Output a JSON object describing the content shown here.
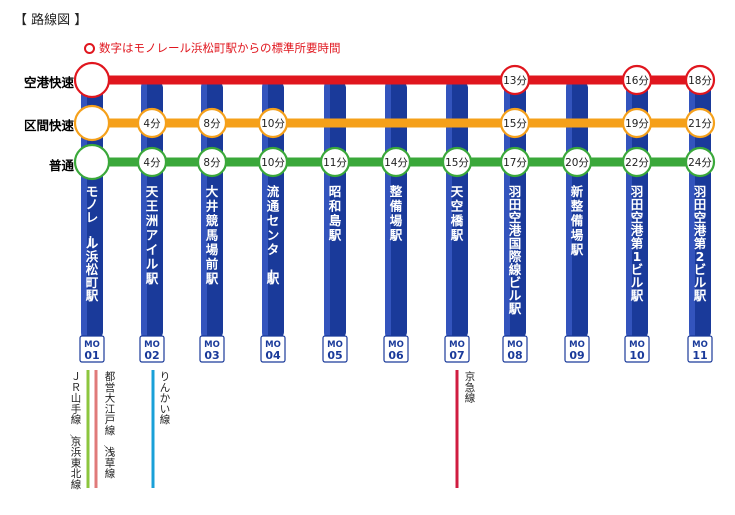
{
  "heading": "【 路線図 】",
  "note": "数字はモノレール浜松町駅からの標準所要時間",
  "colors": {
    "rapid": "#e0161e",
    "section_rapid": "#f5a01a",
    "local": "#3aa83a",
    "station_bar": "#1a3a9a",
    "station_bar_light": "#3f5fcc",
    "jr": "#8cc63e",
    "toei": "#e07a7a",
    "rinkai": "#1aa0d8",
    "keikyu": "#d01c40"
  },
  "services": [
    {
      "id": "rapid",
      "label": "空港快速"
    },
    {
      "id": "section_rapid",
      "label": "区間快速"
    },
    {
      "id": "local",
      "label": "普通"
    }
  ],
  "stations": [
    {
      "name": "モノレール浜松町駅",
      "code_top": "MO",
      "code_num": "01",
      "rapid": "",
      "section_rapid": "",
      "local": ""
    },
    {
      "name": "天王洲アイル駅",
      "code_top": "MO",
      "code_num": "02",
      "rapid": null,
      "section_rapid": "4分",
      "local": "4分"
    },
    {
      "name": "大井競馬場前駅",
      "code_top": "MO",
      "code_num": "03",
      "rapid": null,
      "section_rapid": "8分",
      "local": "8分"
    },
    {
      "name": "流通センター駅",
      "code_top": "MO",
      "code_num": "04",
      "rapid": null,
      "section_rapid": "10分",
      "local": "10分"
    },
    {
      "name": "昭和島駅",
      "code_top": "MO",
      "code_num": "05",
      "rapid": null,
      "section_rapid": null,
      "local": "11分"
    },
    {
      "name": "整備場駅",
      "code_top": "MO",
      "code_num": "06",
      "rapid": null,
      "section_rapid": null,
      "local": "14分"
    },
    {
      "name": "天空橋駅",
      "code_top": "MO",
      "code_num": "07",
      "rapid": null,
      "section_rapid": null,
      "local": "15分"
    },
    {
      "name": "羽田空港国際線ビル駅",
      "code_top": "MO",
      "code_num": "08",
      "rapid": "13分",
      "section_rapid": "15分",
      "local": "17分"
    },
    {
      "name": "新整備場駅",
      "code_top": "MO",
      "code_num": "09",
      "rapid": null,
      "section_rapid": null,
      "local": "20分"
    },
    {
      "name": "羽田空港第1ビル駅",
      "code_top": "MO",
      "code_num": "10",
      "rapid": "16分",
      "section_rapid": "19分",
      "local": "22分"
    },
    {
      "name": "羽田空港第2ビル駅",
      "code_top": "MO",
      "code_num": "11",
      "rapid": "18分",
      "section_rapid": "21分",
      "local": "24分"
    }
  ],
  "transfers": [
    {
      "id": "jr",
      "label": "ＪＲ山手線／京浜東北線",
      "color_key": "jr"
    },
    {
      "id": "toei",
      "label": "都営大江戸線／浅草線",
      "color_key": "toei"
    },
    {
      "id": "rinkai",
      "label": "りんかい線",
      "color_key": "rinkai"
    },
    {
      "id": "keikyu",
      "label": "京急線",
      "color_key": "keikyu"
    }
  ]
}
